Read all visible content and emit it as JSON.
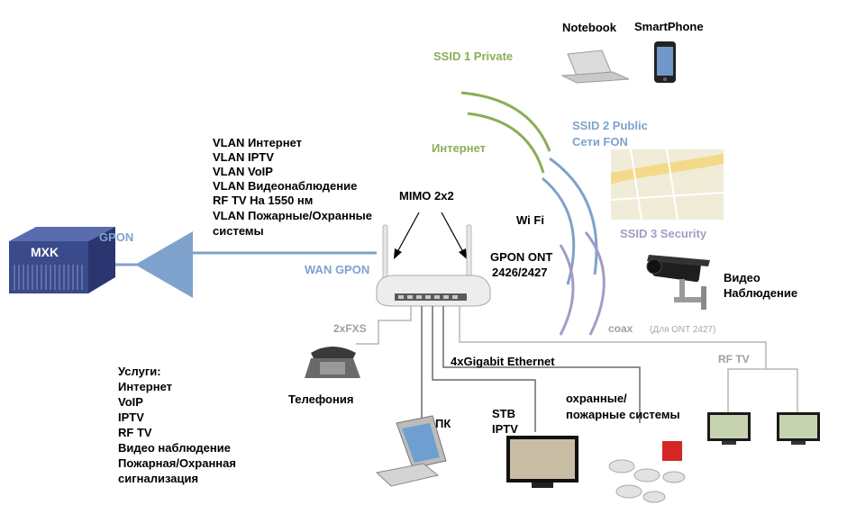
{
  "labels": {
    "mxk": "MXK",
    "gpon": "GPON",
    "wan_gpon": "WAN GPON",
    "vlan_lines": [
      "VLAN Интернет",
      "VLAN IPTV",
      "VLAN VoIP",
      "VLAN Видеонаблюдение",
      "RF TV На 1550 нм",
      "VLAN Пожарные/Охранные",
      "системы"
    ],
    "mimo": "MIMO 2x2",
    "wifi": "Wi Fi",
    "ont_lines": [
      "GPON ONT",
      "2426/2427"
    ],
    "ssid1": "SSID 1 Private",
    "internet": "Интернет",
    "ssid2_lines": [
      "SSID 2 Public",
      "Сети FON"
    ],
    "ssid3": "SSID 3 Security",
    "notebook": "Notebook",
    "smartphone": "SmartPhone",
    "video_lines": [
      "Видео",
      "Наблюдение"
    ],
    "coax": "coax",
    "coax_note": "(Для ONT 2427)",
    "rftv": "RF TV",
    "fxs": "2xFXS",
    "telephony": "Телефония",
    "ethernet": "4xGigabit Ethernet",
    "pc": "ПК",
    "stb_lines": [
      "STB",
      "IPTV"
    ],
    "security_lines": [
      "охранные/",
      "пожарные системы"
    ],
    "services_lines": [
      "Услуги:",
      "Интернет",
      "VoIP",
      "IPTV",
      "RF TV",
      "Видео наблюдение",
      "Пожарная/Охранная",
      "сигнализация"
    ]
  },
  "colors": {
    "gpon_blue": "#7fa2cc",
    "wifi_green": "#8aae55",
    "ssid2_blue": "#7fa2cc",
    "ssid3_purple": "#a49bc7",
    "olt_navy": "#3a4a8a"
  }
}
